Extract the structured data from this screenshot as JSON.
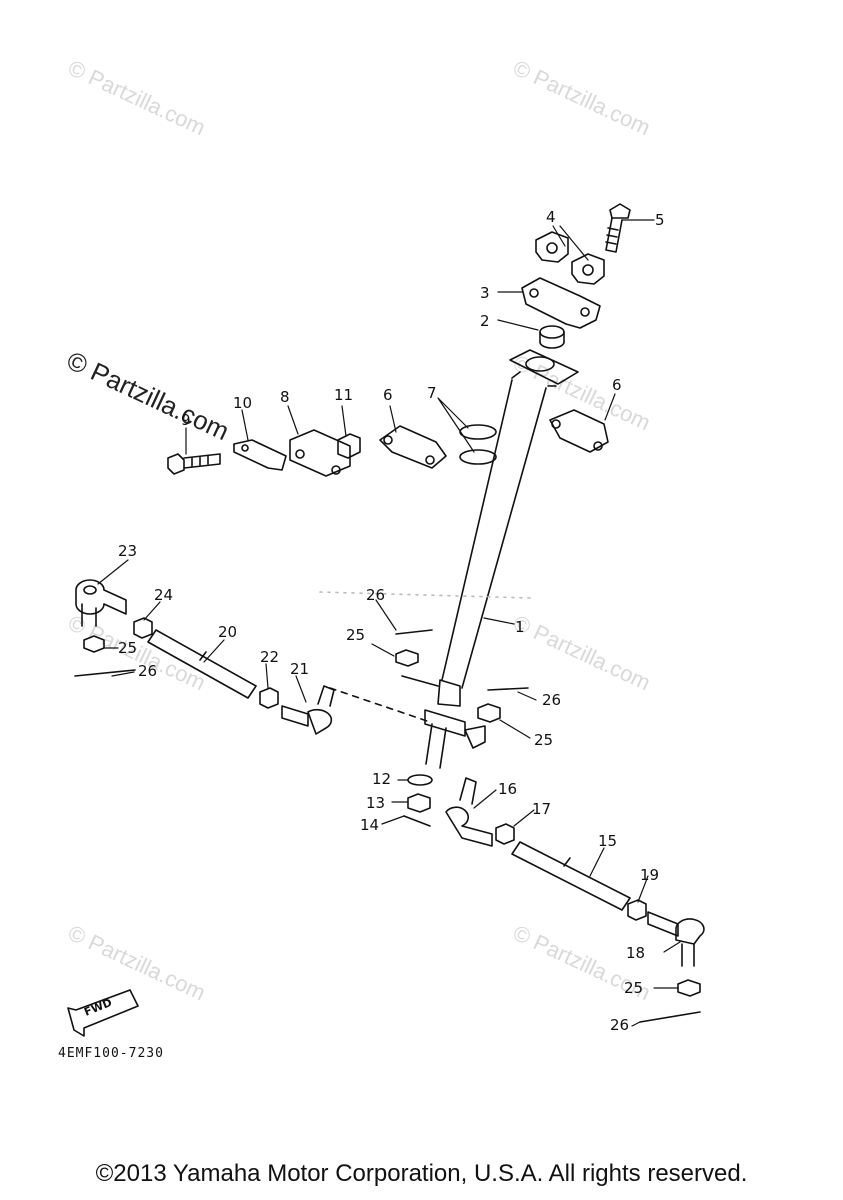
{
  "watermarks": [
    "© Partzilla.com",
    "© Partzilla.com",
    "© Partzilla.com",
    "© Partzilla.com",
    "© Partzilla.com",
    "© Partzilla.com",
    "© Partzilla.com",
    "© Partzilla.com"
  ],
  "diagram_code": "4EMF100-7230",
  "fwd_label": "FWD",
  "copyright": "©2013 Yamaha Motor Corporation, U.S.A. All rights reserved.",
  "callouts": {
    "c1": "1",
    "c2": "2",
    "c3": "3",
    "c4": "4",
    "c5": "5",
    "c6a": "6",
    "c6b": "6",
    "c7": "7",
    "c8": "8",
    "c9": "9",
    "c10": "10",
    "c11": "11",
    "c12": "12",
    "c13": "13",
    "c14": "14",
    "c15": "15",
    "c16": "16",
    "c17": "17",
    "c18": "18",
    "c19": "19",
    "c20": "20",
    "c21": "21",
    "c22": "22",
    "c23": "23",
    "c24": "24",
    "c25a": "25",
    "c25b": "25",
    "c25c": "25",
    "c25d": "25",
    "c26a": "26",
    "c26b": "26",
    "c26c": "26",
    "c26d": "26"
  }
}
